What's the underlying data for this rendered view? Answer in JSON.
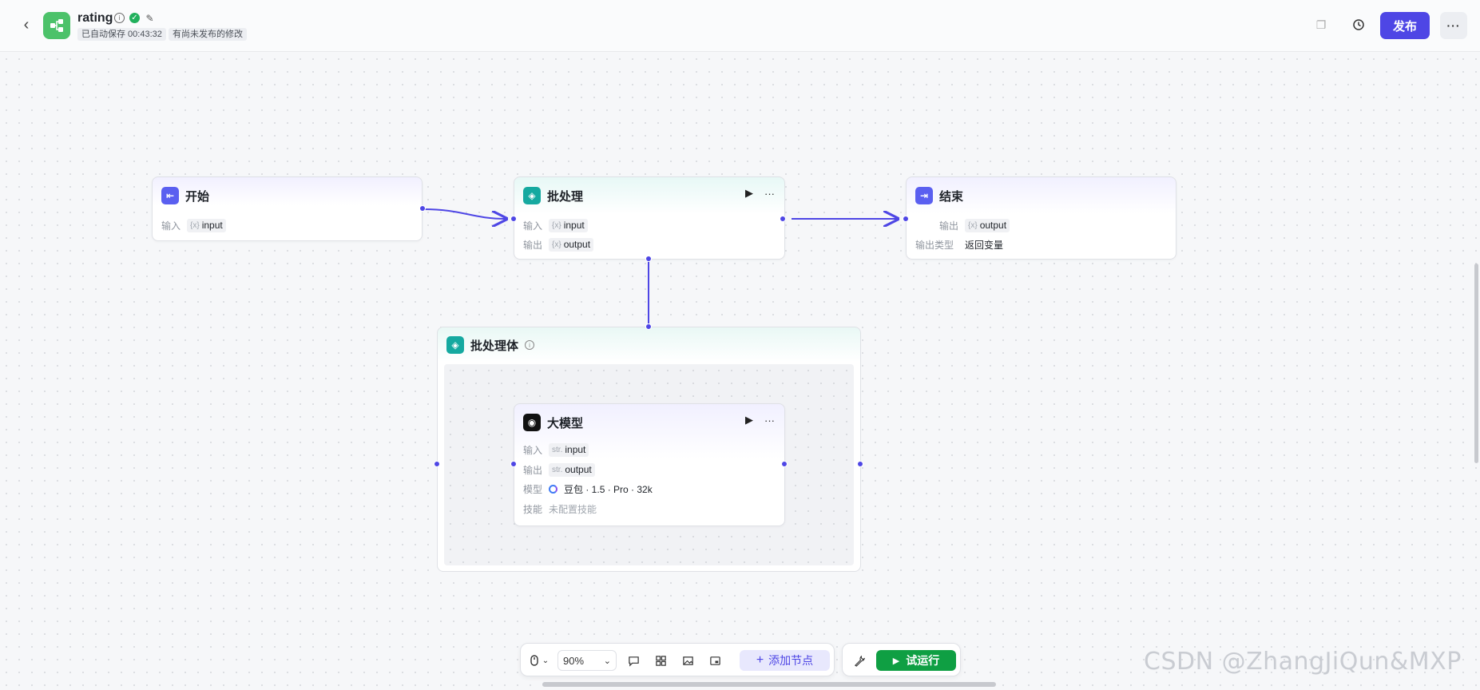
{
  "header": {
    "title": "rating",
    "autosave": "已自动保存 00:43:32",
    "unpublished": "有尚未发布的修改",
    "publish_label": "发布",
    "more_label": "···"
  },
  "nodes": {
    "start": {
      "title": "开始",
      "input_label": "输入",
      "input_var": "input",
      "input_type": "{x}"
    },
    "batch": {
      "title": "批处理",
      "input_label": "输入",
      "input_var": "input",
      "input_type": "{x}",
      "output_label": "输出",
      "output_var": "output",
      "output_type": "{x}"
    },
    "end": {
      "title": "结束",
      "output_label": "输出",
      "output_var": "output",
      "output_type": "{x}",
      "output_kind_label": "输出类型",
      "output_kind_value": "返回变量"
    },
    "batch_body": {
      "title": "批处理体"
    },
    "llm": {
      "title": "大模型",
      "input_label": "输入",
      "input_var": "input",
      "input_type": "str.",
      "output_label": "输出",
      "output_var": "output",
      "output_type": "str.",
      "model_label": "模型",
      "model_value": "豆包 · 1.5 · Pro · 32k",
      "skill_label": "技能",
      "skill_value": "未配置技能"
    }
  },
  "toolbar": {
    "zoom": "90%",
    "add_node_label": "添加节点",
    "run_label": "试运行"
  },
  "watermark": "CSDN @ZhangJiQun&MXP",
  "colors": {
    "accent": "#4e46e5",
    "run": "#0f9f43",
    "teal": "#15a9a0"
  }
}
